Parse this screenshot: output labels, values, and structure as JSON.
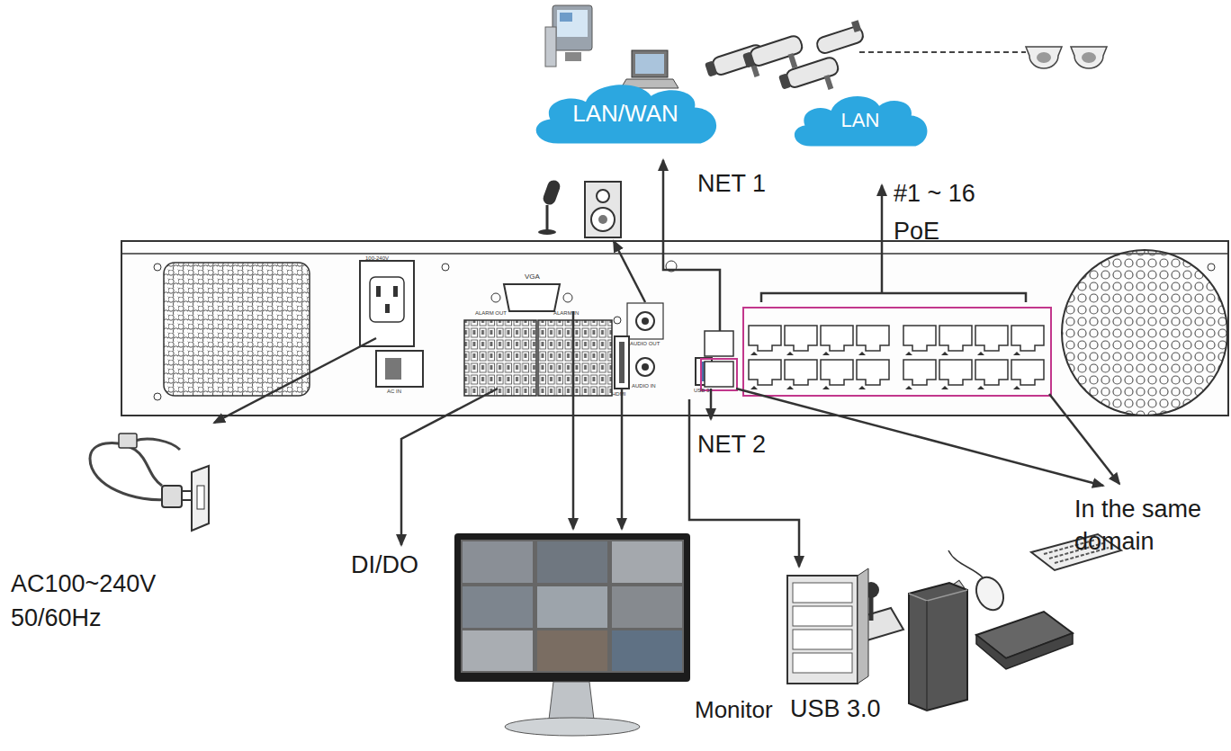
{
  "diagram": {
    "nodes": [
      {
        "text": [
          "LAN/WAN"
        ]
      },
      {
        "text": [
          "LAN"
        ]
      }
    ],
    "labels": [
      "NET 1",
      "#1 ~ 16 PoE",
      "NET 2",
      "AC100~240V 50/60Hz",
      "DI/DO",
      "Monitor",
      "USB 3.0",
      "In the same domain",
      "100-240V",
      "AC IN",
      "VGA",
      "ALARM OUT",
      "ALARM IN",
      "AUDIO OUT",
      "AUDIO IN",
      "HDMI",
      "USB 3"
    ]
  }
}
